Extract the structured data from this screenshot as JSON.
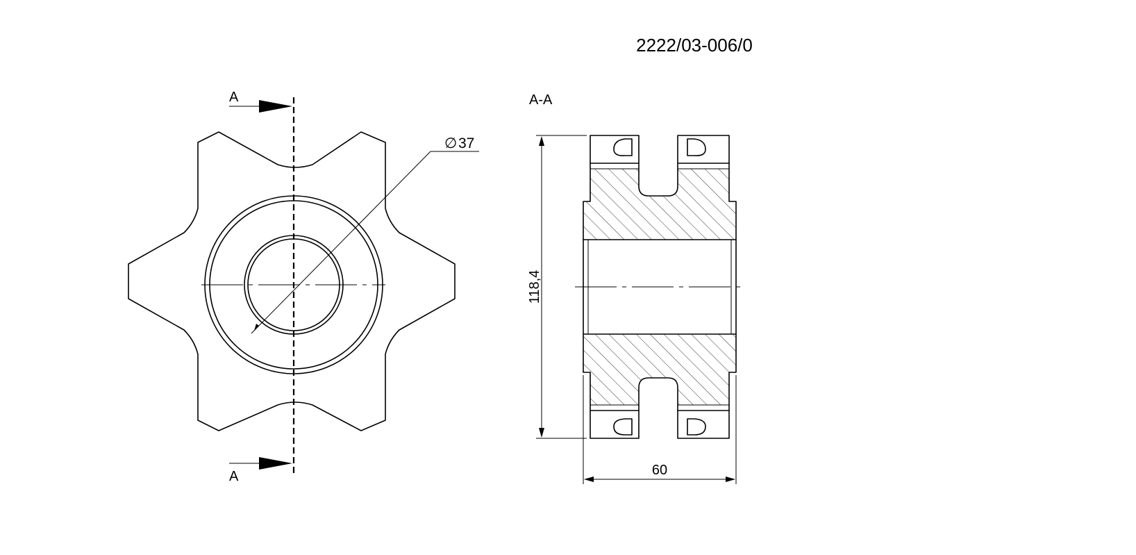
{
  "drawing": {
    "number": "2222/03-006/0",
    "section_label": "A-A",
    "cut_marker": "A",
    "diameter_symbol": "∅",
    "diameter_value": "37",
    "height_dim": "118,4",
    "width_dim": "60"
  }
}
